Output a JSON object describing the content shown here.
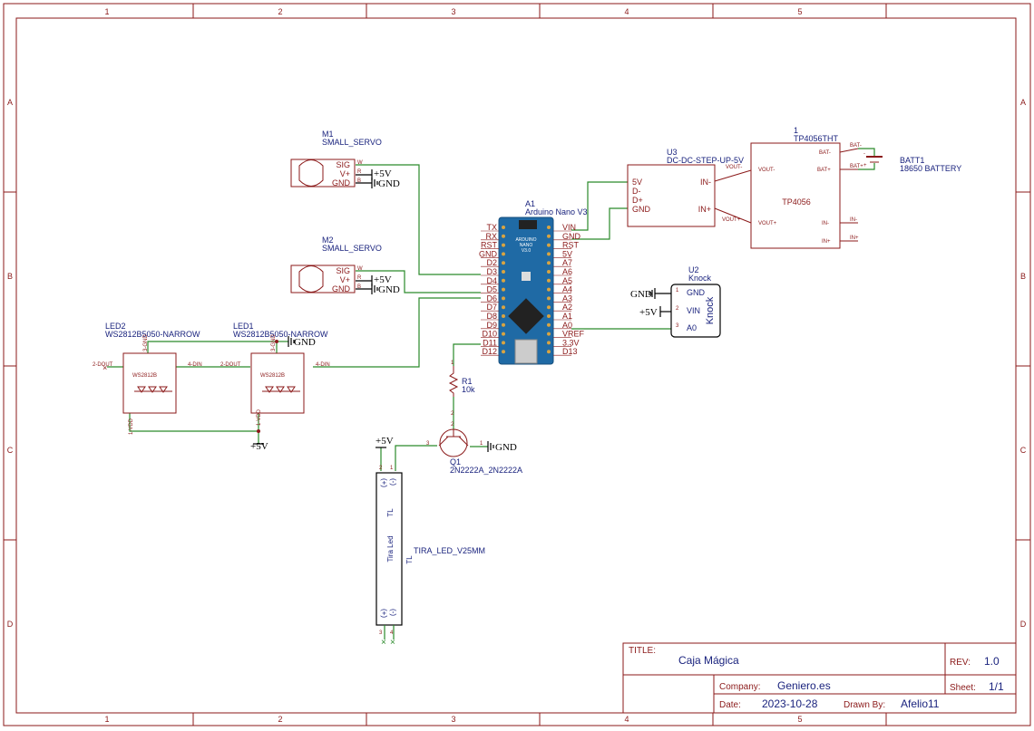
{
  "frame": {
    "columns": [
      "1",
      "2",
      "3",
      "4",
      "5"
    ],
    "rows": [
      "A",
      "B",
      "C",
      "D"
    ]
  },
  "title_block": {
    "title_label": "TITLE:",
    "title": "Caja Mágica",
    "rev_label": "REV:",
    "rev": "1.0",
    "company_label": "Company:",
    "company": "Geniero.es",
    "sheet_label": "Sheet:",
    "sheet": "1/1",
    "date_label": "Date:",
    "date": "2023-10-28",
    "drawn_label": "Drawn By:",
    "drawn_by": "Afelio11"
  },
  "components": {
    "m1": {
      "ref": "M1",
      "value": "SMALL_SERVO",
      "pins": [
        "SIG",
        "V+",
        "GND"
      ],
      "pin_nums": [
        "W",
        "R",
        "B"
      ]
    },
    "m2": {
      "ref": "M2",
      "value": "SMALL_SERVO",
      "pins": [
        "SIG",
        "V+",
        "GND"
      ],
      "pin_nums": [
        "W",
        "R",
        "B"
      ]
    },
    "a1": {
      "ref": "A1",
      "value": "Arduino Nano V3",
      "left_pins": [
        "TX",
        "RX",
        "RST",
        "GND",
        "D2",
        "D3",
        "D4",
        "D5",
        "D6",
        "D7",
        "D8",
        "D9",
        "D10",
        "D11",
        "D12"
      ],
      "right_pins": [
        "VIN",
        "GND",
        "RST",
        "5V",
        "A7",
        "A6",
        "A5",
        "A4",
        "A3",
        "A2",
        "A1",
        "A0",
        "VREF",
        "3.3V",
        "D13"
      ],
      "board_name": "ARDUINO",
      "board_sub": "NANO",
      "board_ver": "V3.0"
    },
    "u3": {
      "ref": "U3",
      "value": "DC-DC-STEP-UP-5V",
      "left_pins": [
        "5V",
        "D-",
        "D+",
        "GND"
      ],
      "right_pins": [
        "IN-",
        "IN+"
      ],
      "vout_minus": "VOUT-",
      "vout_plus": "VOUT+"
    },
    "tp": {
      "ref": "1",
      "value": "TP4056THT",
      "name": "TP4056",
      "pins": [
        "BAT-",
        "BAT+",
        "VOUT-",
        "VOUT+",
        "IN-",
        "IN+"
      ]
    },
    "batt": {
      "ref": "BATT1",
      "value": "18650 BATTERY",
      "plus": "+",
      "minus": "-"
    },
    "u2": {
      "ref": "U2",
      "value": "Knock",
      "name": "Knock",
      "pins": [
        "GND",
        "VIN",
        "A0"
      ],
      "pin_nums": [
        "1",
        "2",
        "3"
      ]
    },
    "led2": {
      "ref": "LED2",
      "value": "WS2812B5050-NARROW",
      "chip": "WS2812B",
      "pins": [
        "2-DOUT",
        "4-DIN",
        "1-VDD",
        "3-GND"
      ]
    },
    "led1": {
      "ref": "LED1",
      "value": "WS2812B5050-NARROW",
      "chip": "WS2812B",
      "pins": [
        "2-DOUT",
        "4-DIN",
        "1-VDD",
        "3-GND"
      ]
    },
    "r1": {
      "ref": "R1",
      "value": "10k",
      "pin_nums": [
        "1",
        "2"
      ]
    },
    "q1": {
      "ref": "Q1",
      "value": "2N2222A_2N2222A",
      "pin_nums": [
        "1",
        "2",
        "3"
      ]
    },
    "tl": {
      "ref": "TL",
      "value": "TIRA_LED_V25MM",
      "name": "Tira Led",
      "plus": "(+)",
      "minus": "(-)",
      "pin_nums": [
        "1",
        "2",
        "3",
        "4"
      ]
    }
  },
  "power": {
    "gnd": "GND",
    "vcc": "+5V"
  }
}
